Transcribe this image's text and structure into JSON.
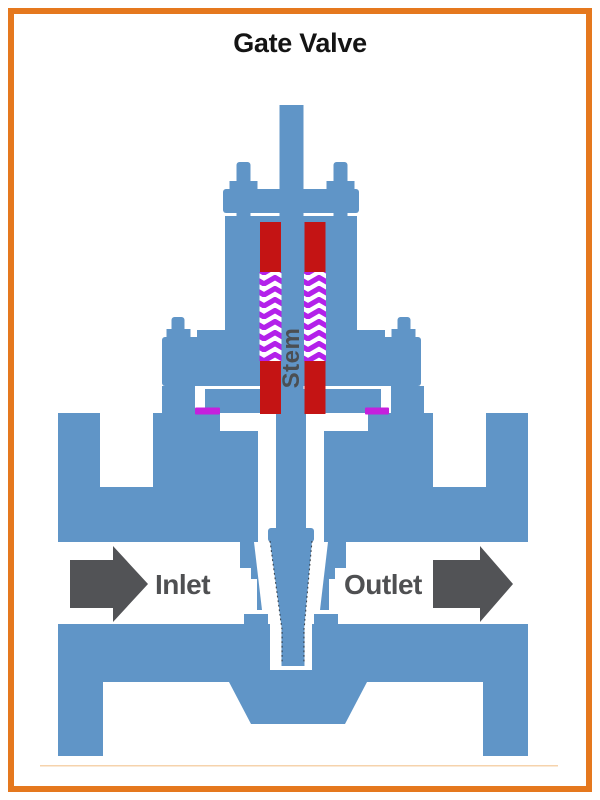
{
  "title": "Gate Valve",
  "diagram": {
    "labels": {
      "stem": "Stem",
      "inlet": "Inlet",
      "outlet": "Outlet"
    }
  },
  "colors": {
    "background": "#ffffff",
    "border_orange": "#e5781e",
    "body_blue": "#6095c7",
    "packing_red": "#c41414",
    "chevron_purple": "#b321ea",
    "gasket_magenta": "#c520dd",
    "arrow_gray": "#525356",
    "label_gray": "#4f5052",
    "stem_label_gray": "#4a4a4a",
    "title_color": "#141414",
    "hairline_peach": "#f6d3ac"
  }
}
